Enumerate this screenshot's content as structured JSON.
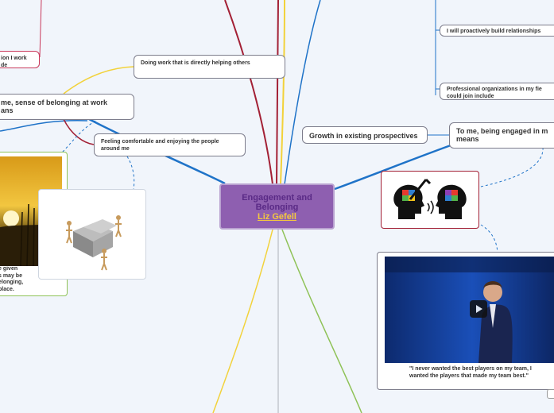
{
  "central": {
    "title": "Engagement and Belonging",
    "author": "Liz Gefell"
  },
  "nodes": {
    "doing_work": "Doing work that is directly helping others",
    "sense_belonging": "me, sense of belonging at work\nans",
    "feeling_comfortable": "Feeling comfortable and enjoying the people around me",
    "growth": "Growth in existing prospectives",
    "engaged": "To me, being engaged in m\nmeans",
    "relationships": "I will proactively build relationships",
    "professional_orgs": "Professional organizations in my fie\ncould join include",
    "top_left": "ion I work\nde"
  },
  "captions": {
    "sunset": "e given\ns may be\nelonging,\nplace.",
    "video_quote": "\"I never wanted the best players on my team, I wanted the players that made my team best.\""
  },
  "colors": {
    "central_fill": "#8e5fb0",
    "central_text": "#5a2a86",
    "author_link": "#f4c83e",
    "branch_blue": "#1f73c8",
    "branch_red": "#a32035",
    "branch_yellow": "#f2d23a",
    "branch_green": "#8fc257"
  }
}
